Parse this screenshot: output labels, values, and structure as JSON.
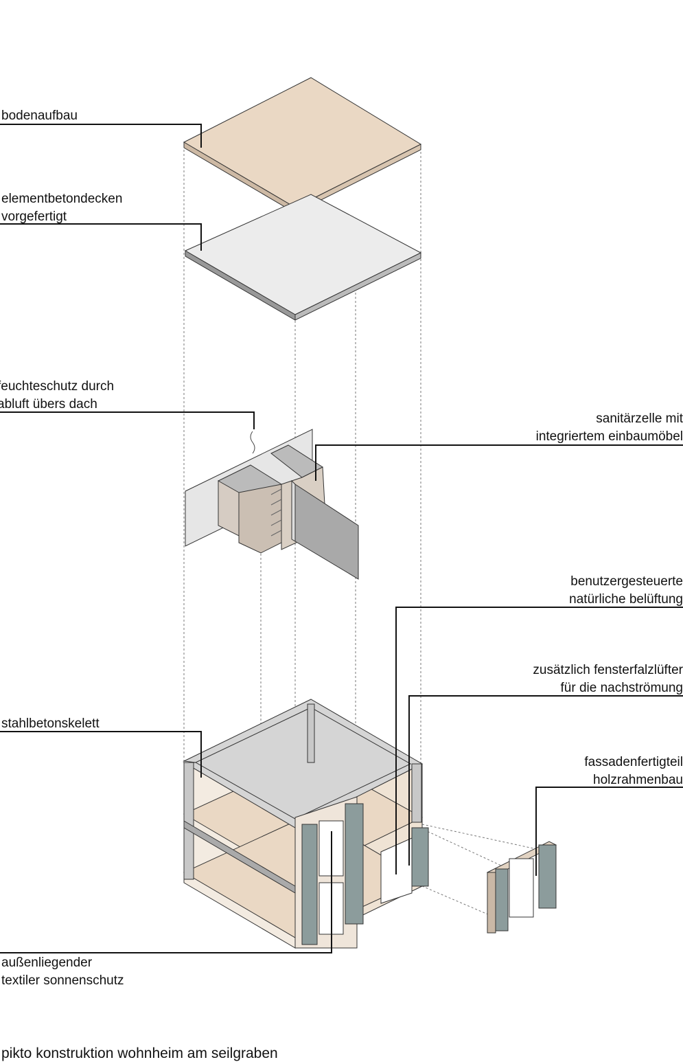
{
  "labels": {
    "bodenaufbau": [
      "bodenaufbau"
    ],
    "decke": [
      "elementbetondecken",
      "vorgefertigt"
    ],
    "feuchte": [
      "feuchteschutz durch",
      "abluft übers dach"
    ],
    "sanitaer": [
      "sanitärzelle mit",
      "integriertem einbaumöbel"
    ],
    "belueftung": [
      "benutzergesteuerte",
      "natürliche belüftung"
    ],
    "falz": [
      "zusätzlich fensterfalzlüfter",
      "für die nachströmung"
    ],
    "fassade": [
      "fassadenfertigteil",
      "holzrahmenbau"
    ],
    "skelett": [
      "stahlbetonskelett"
    ],
    "sonnenschutz": [
      "außenliegender",
      "textiler sonnenschutz"
    ]
  },
  "caption": "pikto konstruktion wohnheim am seilgraben",
  "colors": {
    "wood": "#ead8c4",
    "concrete": "#ececec",
    "frame": "#cfcfcf",
    "shutter": "#8c9c9c",
    "line": "#111111"
  }
}
